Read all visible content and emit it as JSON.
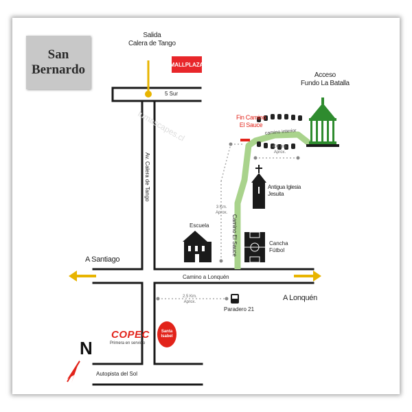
{
  "place": {
    "name_line1": "San",
    "name_line2": "Bernardo"
  },
  "exit_north": {
    "line1": "Salida",
    "line2": "Calera de Tango"
  },
  "street_5sur": "5 Sur",
  "street_calera": "Av. Calera de Tango",
  "street_lonquen": "Camino a Lonquén",
  "street_sauce": "Camino El Sauce",
  "autopista": "Autopista del Sol",
  "to_santiago": "A Santiago",
  "to_lonquen": "A Lonquén",
  "acceso": {
    "line1": "Acceso",
    "line2": "Fundo La Batalla"
  },
  "fin_camino": {
    "line1": "Fin Camino",
    "line2": "El Sauce"
  },
  "camino_interior": "camino interior",
  "dist_400": {
    "line1": "400 mts.",
    "line2": "Aprox."
  },
  "dist_3km": {
    "line1": "3 Km.",
    "line2": "Aprox."
  },
  "dist_25km": {
    "line1": "2.5 Km.",
    "line2": "Aprox."
  },
  "iglesia": {
    "line1": "Antigua Iglesia",
    "line2": "Jesuita"
  },
  "escuela": "Escuela",
  "cancha": {
    "line1": "Cancha",
    "line2": "Fútbol"
  },
  "paradero": "Paradero 21",
  "mallplaza": "MALLPLAZA",
  "copec": {
    "name": "COPEC",
    "sub": "Primera en servicio"
  },
  "santa_isabel": {
    "line1": "Santa",
    "line2": "Isabel"
  },
  "north": "N",
  "watermark": "lumascapes.cl",
  "colors": {
    "road": "#1a1a1a",
    "arrow": "#e8b400",
    "green_path": "#a9d38c",
    "dotted": "#aaaaaa",
    "accent_red": "#e2231a",
    "fundo_green": "#2e8b2e"
  }
}
